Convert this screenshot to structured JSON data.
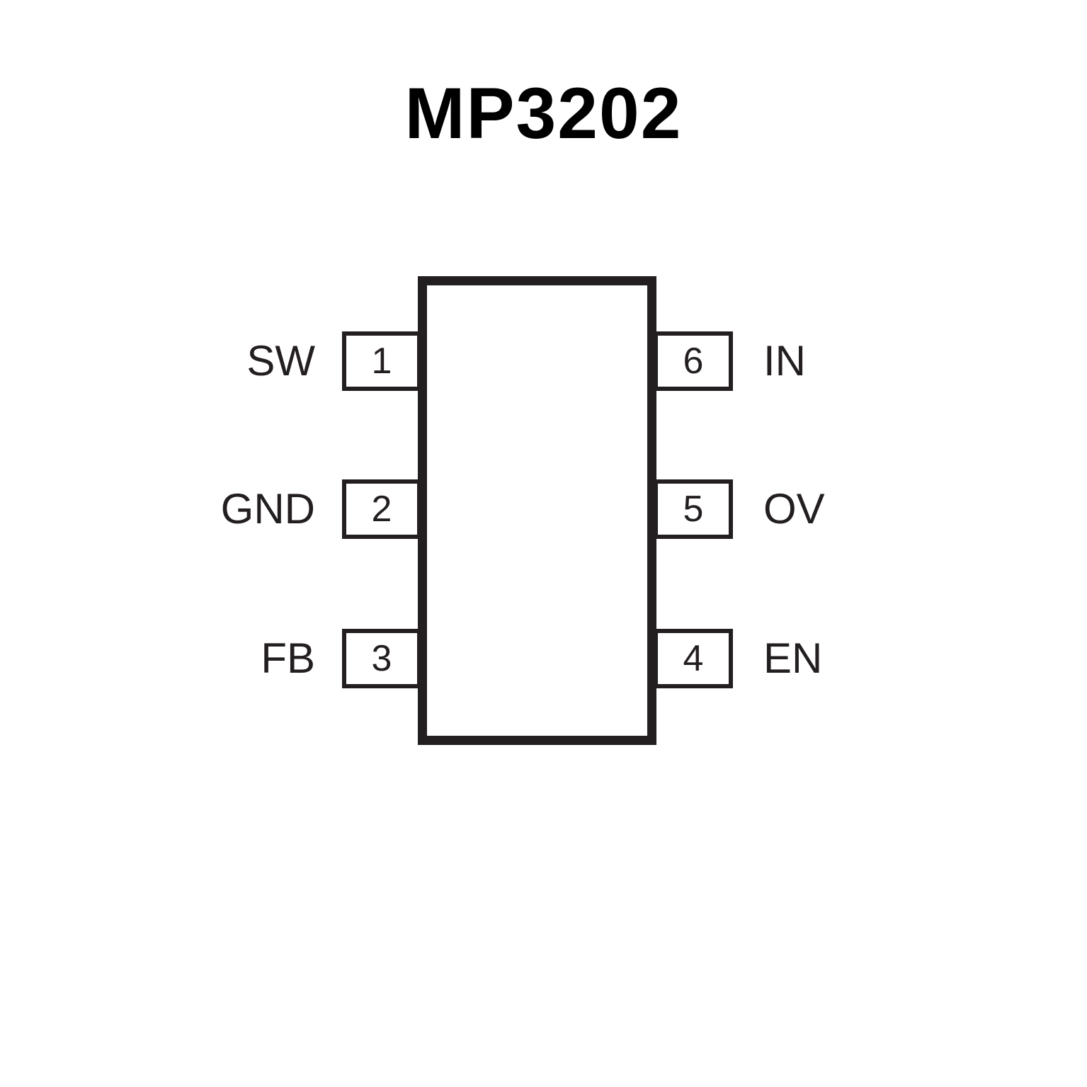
{
  "title": "MP3202",
  "pins": {
    "left": [
      {
        "number": "1",
        "label": "SW"
      },
      {
        "number": "2",
        "label": "GND"
      },
      {
        "number": "3",
        "label": "FB"
      }
    ],
    "right": [
      {
        "number": "6",
        "label": "IN"
      },
      {
        "number": "5",
        "label": "OV"
      },
      {
        "number": "4",
        "label": "EN"
      }
    ]
  },
  "colors": {
    "line": "#231f20",
    "background": "#ffffff"
  }
}
